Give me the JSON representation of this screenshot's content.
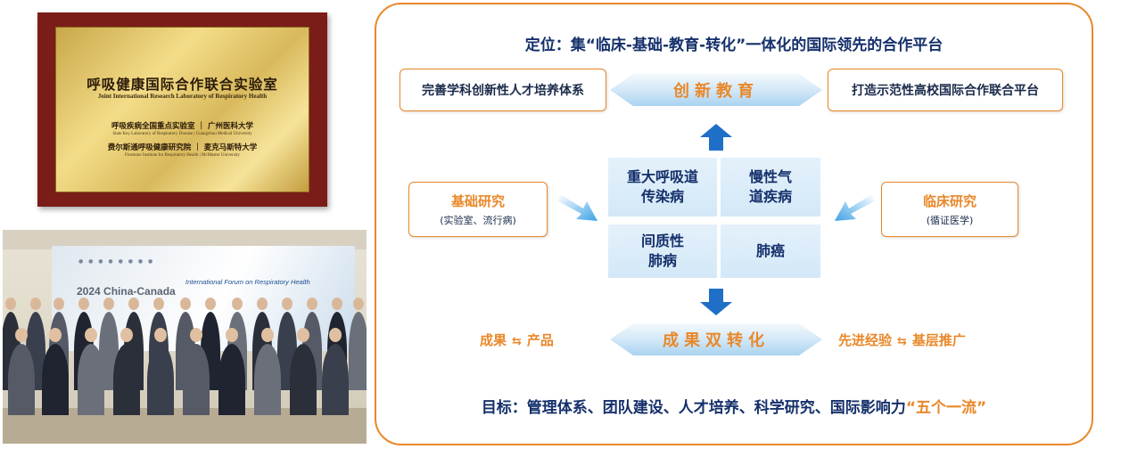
{
  "plaque": {
    "title": "呼吸健康国际合作联合实验室",
    "subtitle": "Joint International Research Laboratory of Respiratory Health",
    "line1": "呼吸疾病全国重点实验室 ｜ 广州医科大学",
    "line1_en": "State Key Laboratory of Respiratory Disease | Guangzhou Medical University",
    "line2": "费尔斯通呼吸健康研究院 ｜ 麦克马斯特大学",
    "line2_en": "Firestone Institute for Respiratory Health | McMaster University"
  },
  "photo": {
    "banner_year": "2024 China-Canada",
    "banner_forum": "International Forum on Respiratory Health"
  },
  "panel": {
    "positioning": "定位：集“临床-基础-教育-转化”一体化的国际领先的合作平台",
    "top_left_box": "完善学科创新性人才培养体系",
    "top_ribbon": "创新教育",
    "top_right_box": "打造示范性高校国际合作联合平台",
    "left_box": {
      "title": "基础研究",
      "sub": "(实验室、流行病)"
    },
    "right_box": {
      "title": "临床研究",
      "sub": "(循证医学)"
    },
    "quadrants": [
      "重大呼吸道\n传染病",
      "慢性气\n道疾病",
      "间质性\n肺病",
      "肺癌"
    ],
    "bottom_left": {
      "a": "成果",
      "b": "产品",
      "swap": "⇆"
    },
    "bottom_ribbon": "成果双转化",
    "bottom_right": {
      "a": "先进经验",
      "b": "基层推广",
      "swap": "⇆"
    },
    "goal_prefix": "目标：管理体系、团队建设、人才培养、科学研究、国际影响力",
    "goal_highlight": "“五个一流”"
  },
  "colors": {
    "accent": "#e9882a",
    "navy": "#15306b",
    "arrow_blue": "#1f6fc9",
    "light_blue": "#cfe6f7"
  }
}
